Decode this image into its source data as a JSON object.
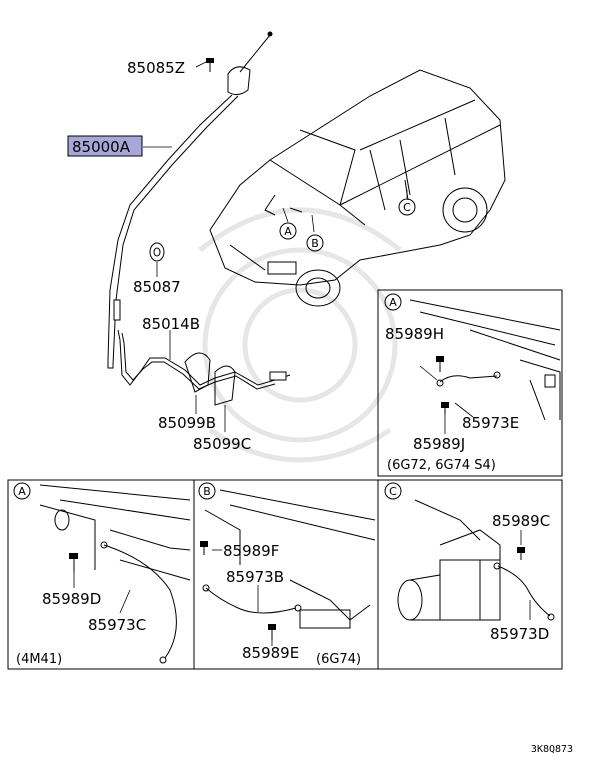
{
  "main_diagram": {
    "labels": {
      "p85085Z": "85085Z",
      "p85000A": "85000A",
      "p85087": "85087",
      "p85014B": "85014B",
      "p85099B": "85099B",
      "p85099C": "85099C"
    },
    "callouts": {
      "a": "A",
      "b": "B",
      "c": "C"
    },
    "highlight_color": "#a8a8d8"
  },
  "panel_a_top": {
    "letter": "A",
    "labels": {
      "p85989H": "85989H",
      "p85973E": "85973E",
      "p85989J": "85989J"
    },
    "note": "(6G72, 6G74 S4)"
  },
  "panel_a_bottom": {
    "letter": "A",
    "labels": {
      "p85989D": "85989D",
      "p85973C": "85973C"
    },
    "note": "(4M41)"
  },
  "panel_b": {
    "letter": "B",
    "labels": {
      "p85989F": "85989F",
      "p85973B": "85973B",
      "p85989E": "85989E"
    },
    "note": "(6G74)"
  },
  "panel_c": {
    "letter": "C",
    "labels": {
      "p85989C": "85989C",
      "p85973D": "85973D"
    }
  },
  "footer": {
    "code": "3K8Q873"
  }
}
